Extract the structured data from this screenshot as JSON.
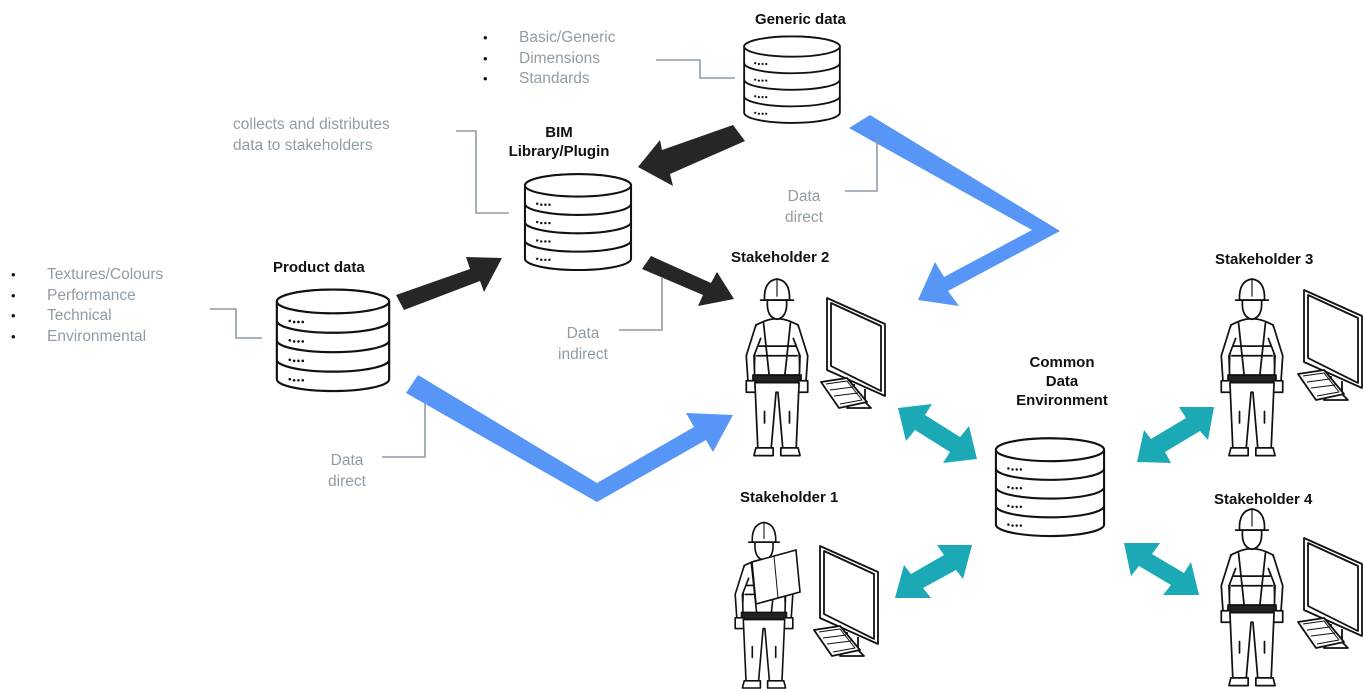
{
  "nodes": {
    "generic": {
      "title": "Generic data"
    },
    "bim": {
      "title_line1": "BIM",
      "title_line2": "Library/Plugin"
    },
    "product": {
      "title": "Product data"
    },
    "cde": {
      "title_line1": "Common",
      "title_line2": "Data",
      "title_line3": "Environment"
    }
  },
  "generic_bullets": [
    "Basic/Generic",
    "Dimensions",
    "Standards"
  ],
  "product_bullets": [
    "Textures/Colours",
    "Performance",
    "Technical",
    "Environmental"
  ],
  "bim_note": {
    "line1": "collects and distributes",
    "line2": "data to stakeholders"
  },
  "flow_labels": {
    "generic_direct": {
      "line1": "Data",
      "line2": "direct"
    },
    "indirect": {
      "line1": "Data",
      "line2": "indirect"
    },
    "product_direct": {
      "line1": "Data",
      "line2": "direct"
    }
  },
  "stakeholders": {
    "s1": "Stakeholder 1",
    "s2": "Stakeholder 2",
    "s3": "Stakeholder 3",
    "s4": "Stakeholder 4"
  },
  "colors": {
    "direct_arrow": "#5796f7",
    "indirect_arrow": "#262626",
    "cde_arrow": "#1ba9b6",
    "annotation_text": "#8f9ca5",
    "leader_line": "#8f9ca5"
  },
  "icons": [
    "database-icon",
    "worker-icon",
    "computer-monitor-icon",
    "keyboard-icon"
  ]
}
